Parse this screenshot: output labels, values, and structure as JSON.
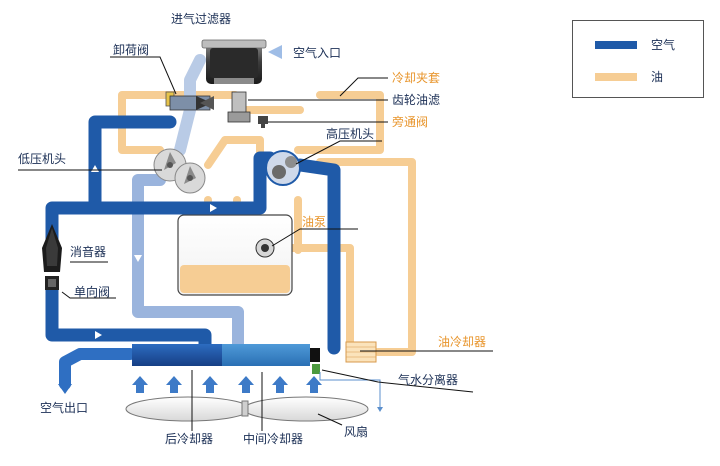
{
  "legend": {
    "air": {
      "label": "空气",
      "color": "#1f5aa8"
    },
    "oil": {
      "label": "油",
      "color": "#f6cd94"
    }
  },
  "labels": {
    "intake_filter": "进气过滤器",
    "air_inlet": "空气入口",
    "unloader_valve": "卸荷阀",
    "cooling_jacket": "冷却夹套",
    "gear_oil_filter": "齿轮油滤",
    "bypass_valve": "旁通阀",
    "high_pressure_head": "高压机头",
    "low_pressure_head": "低压机头",
    "oil_pump": "油泵",
    "muffler": "消音器",
    "check_valve": "单向阀",
    "oil_cooler": "油冷却器",
    "water_separator": "气水分离器",
    "air_outlet": "空气出口",
    "aftercooler": "后冷却器",
    "intercooler": "中间冷却器",
    "fan": "风扇"
  }
}
